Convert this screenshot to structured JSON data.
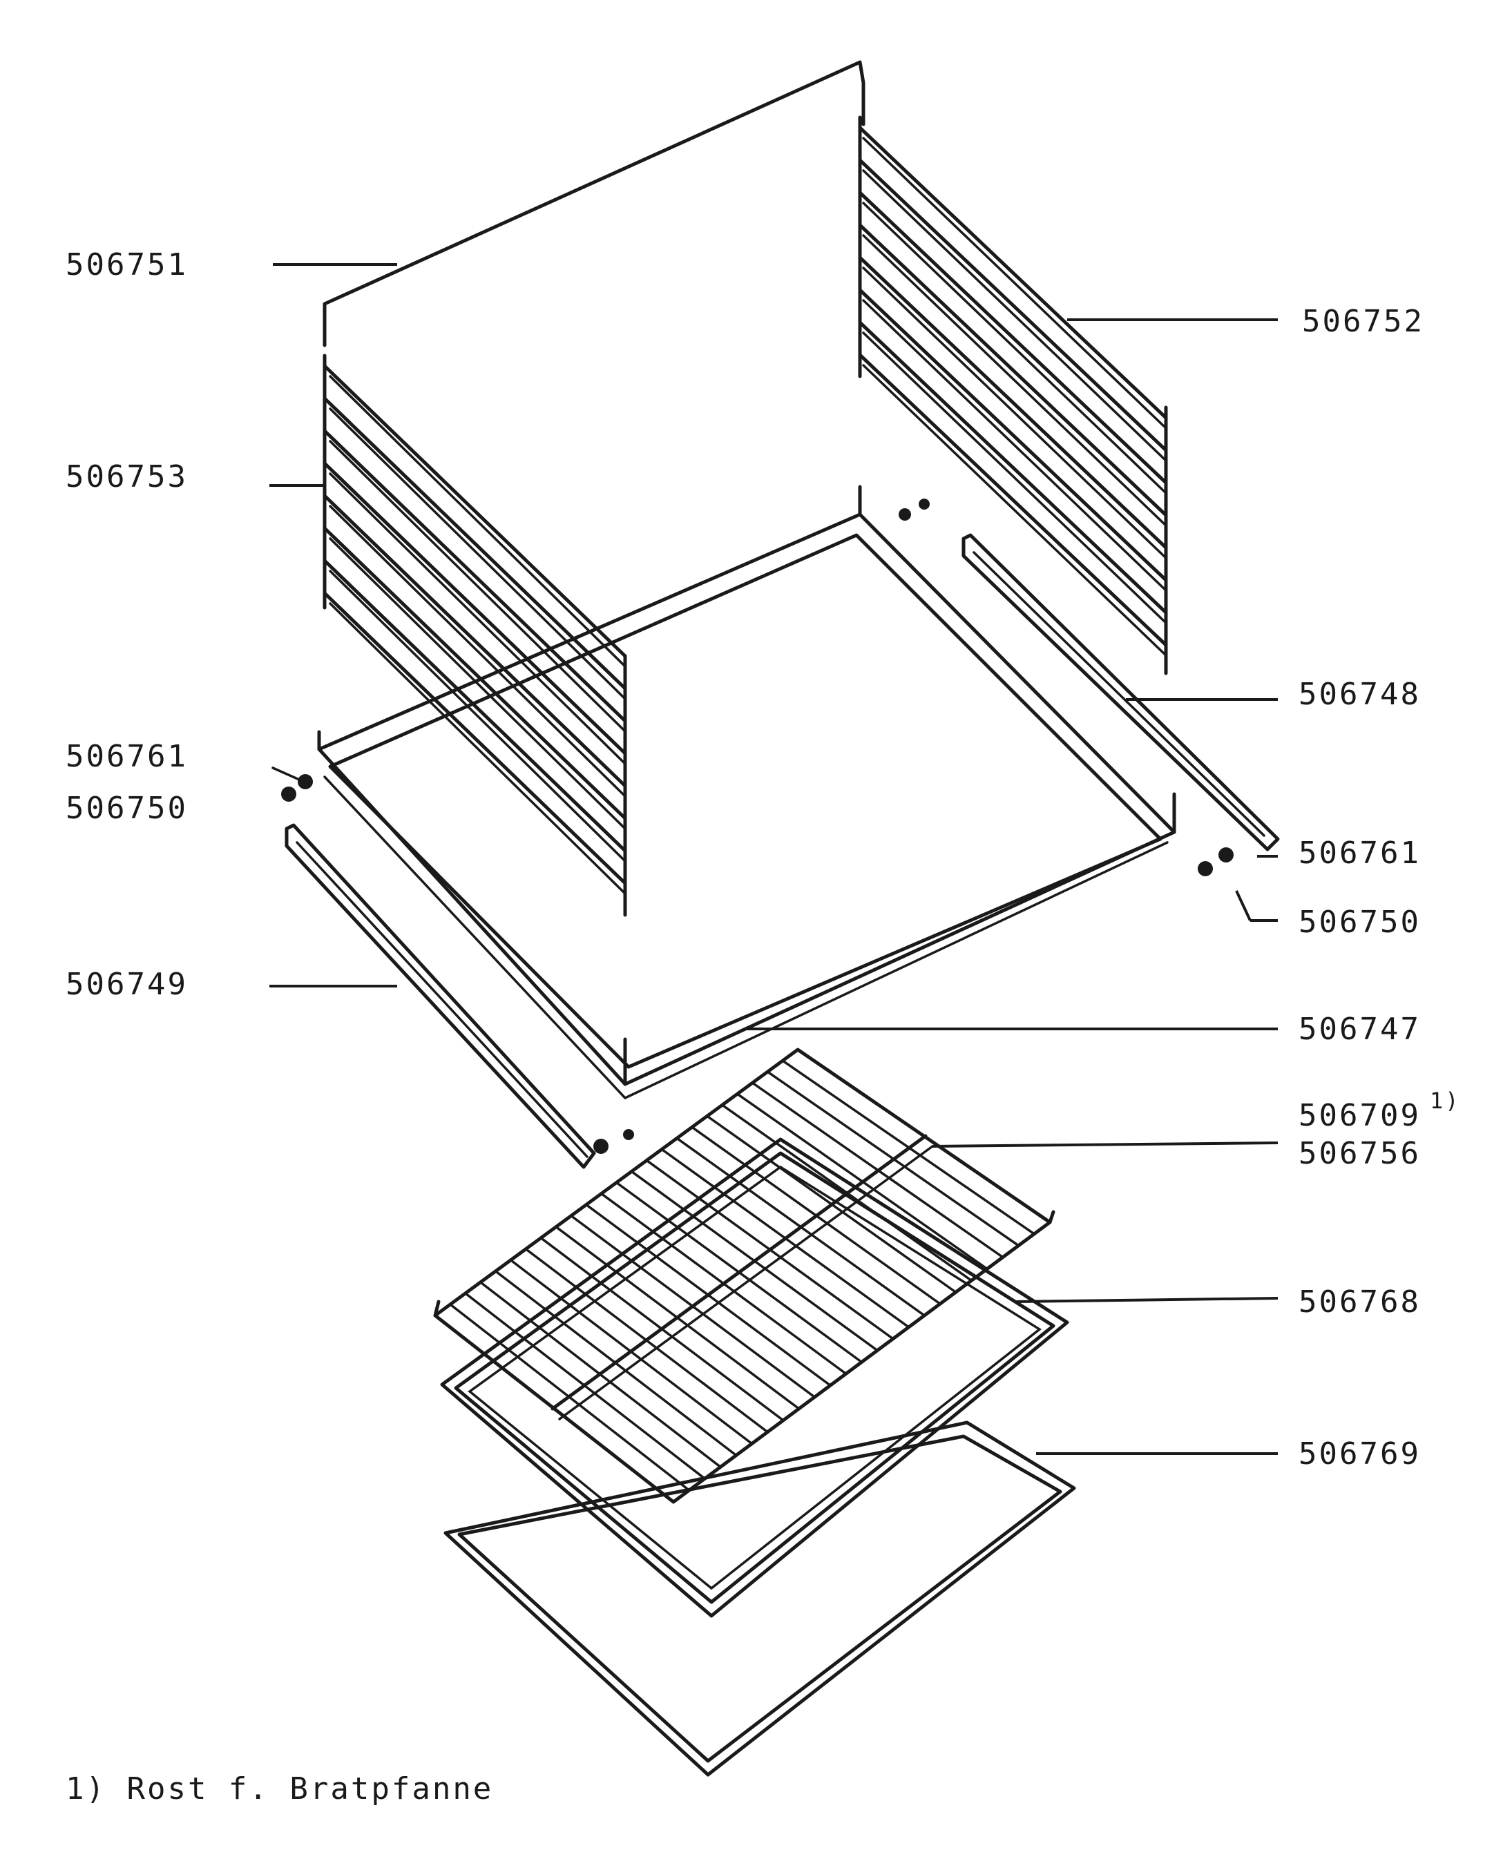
{
  "labels": {
    "p506751": "506751",
    "p506752": "506752",
    "p506753": "506753",
    "p506748": "506748",
    "p506761_left": "506761",
    "p506750_left": "506750",
    "p506761_right": "506761",
    "p506750_right": "506750",
    "p506749": "506749",
    "p506747": "506747",
    "p506709": "506709",
    "p506709_note": "1)",
    "p506756": "506756",
    "p506768": "506768",
    "p506769": "506769"
  },
  "footnote": {
    "text": "1) Rost f. Bratpfanne"
  }
}
